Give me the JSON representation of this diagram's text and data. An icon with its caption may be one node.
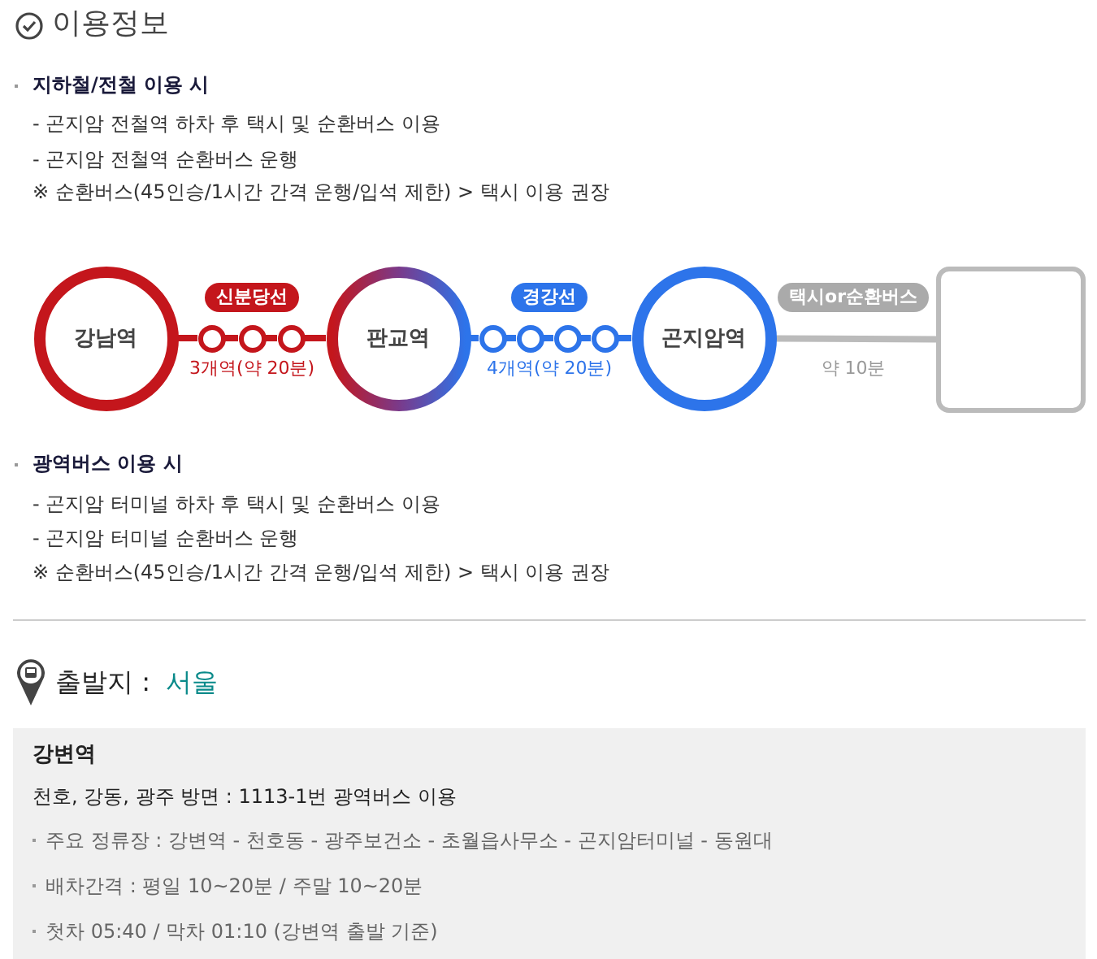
{
  "diagram": {
    "title": "이용정보",
    "nodes": [
      {
        "text": [
          "강남역"
        ]
      },
      {
        "text": [],
        "shape": "circle"
      },
      {
        "text": [],
        "shape": "circle"
      },
      {
        "text": [],
        "shape": "circle"
      },
      {
        "text": [
          "판교역"
        ]
      },
      {
        "text": [],
        "shape": "circle"
      },
      {
        "text": [],
        "shape": "circle"
      },
      {
        "text": [],
        "shape": "circle"
      },
      {
        "text": [],
        "shape": "circle"
      },
      {
        "text": [
          "곤지암역"
        ]
      },
      {
        "text": [],
        "shape": "box"
      },
      {
        "text": [
          "강변역",
          "천호, 강동, 광주 방면 : 1113-1번 광역버스 이용",
          "주요 정류장 : 강변역 - 천호동 - 광주보건소 - 초월읍사무소 - 곤지암터미널 - 동원대",
          "배차간격 : 평일 10~20분 / 주말 10~20분",
          "첫차 05:40 / 막차 01:10 (강변역 출발 기준)"
        ]
      }
    ],
    "edges": [
      {
        "from": 0,
        "to": 1,
        "arrow": "none",
        "color": "#c4161c"
      },
      {
        "from": 1,
        "to": 2,
        "arrow": "none",
        "color": "#c4161c"
      },
      {
        "from": 2,
        "to": 3,
        "arrow": "none",
        "color": "#c4161c"
      },
      {
        "from": 3,
        "to": 4,
        "arrow": "none",
        "color": "#c4161c"
      },
      {
        "from": 4,
        "to": 5,
        "arrow": "none",
        "color": "#2d74ea"
      },
      {
        "from": 5,
        "to": 6,
        "arrow": "none",
        "color": "#2d74ea"
      },
      {
        "from": 6,
        "to": 7,
        "arrow": "none",
        "color": "#2d74ea"
      },
      {
        "from": 7,
        "to": 8,
        "arrow": "none",
        "color": "#2d74ea"
      },
      {
        "from": 8,
        "to": 9,
        "arrow": "none",
        "color": "#2d74ea"
      },
      {
        "from": 9,
        "to": 10,
        "arrow": "none",
        "color": "#bbbbbb"
      }
    ],
    "labels": [
      "지하철/전철 이용 시",
      "- 곤지암 전철역 하차 후 택시 및 순환버스 이용",
      "- 곤지암 전철역 순환버스 운행",
      "※ 순환버스(45인승/1시간 간격 운행/입석 제한) > 택시 이용 권장",
      "신분당선",
      "3개역(약 20분)",
      "경강선",
      "4개역(약 20분)",
      "택시or순환버스",
      "약 10분",
      "광역버스 이용 시",
      "- 곤지암 터미널 하차 후 택시 및 순환버스 이용",
      "- 곤지암 터미널 순환버스 운행",
      "※ 순환버스(45인승/1시간 간격 운행/입석 제한) > 택시 이용 권장",
      "출발지 :",
      "서울"
    ]
  }
}
